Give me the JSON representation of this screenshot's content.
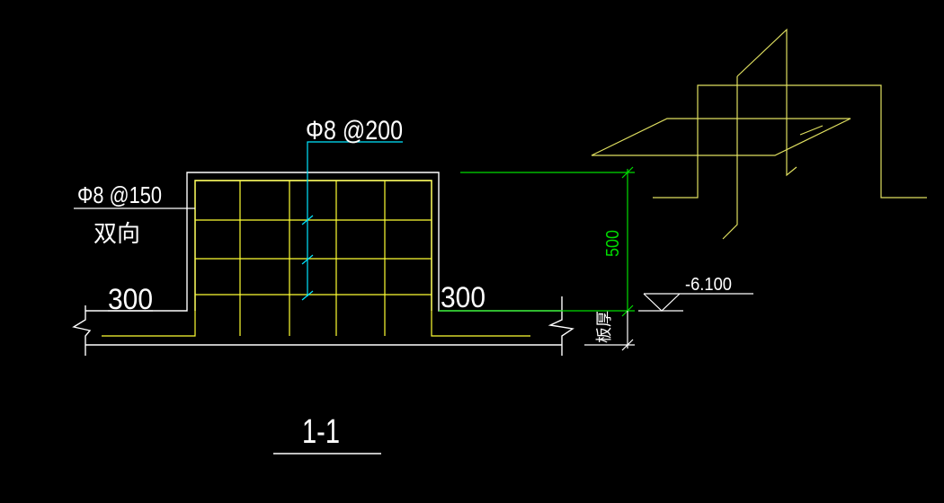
{
  "colors": {
    "background": "#000000",
    "outline": "#ffffff",
    "rebar": "#ffff33",
    "leader": "#00e5ff",
    "dimension": "#00dd00",
    "yellow_lines": "#e0e060"
  },
  "labels": {
    "rebar_top": "Φ8 @200",
    "rebar_mesh": "Φ8 @150",
    "rebar_mesh_note": "双向",
    "dim_left": "300",
    "dim_right": "300",
    "dim_height": "500",
    "slab_note": "板厚",
    "elevation": "-6.100",
    "section_title": "1-1"
  }
}
